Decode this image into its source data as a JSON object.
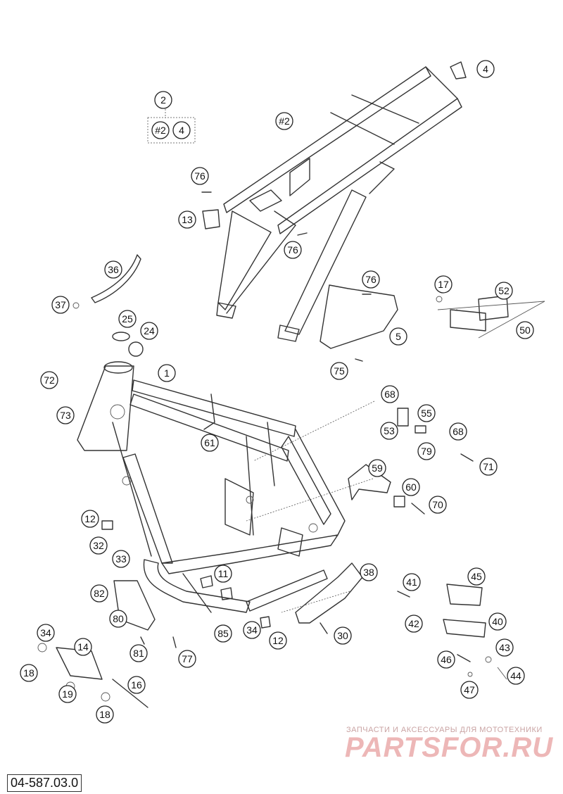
{
  "diagram": {
    "reference_code": "04-587.03.0",
    "watermark": {
      "tagline": "ЗАПЧАСТИ И АКСЕССУАРЫ ДЛЯ МОТОТЕХНИКИ",
      "site": "PARTSFOR.RU"
    },
    "group_box": [
      "#2",
      "4"
    ],
    "callouts": [
      {
        "id": "c-2-top",
        "label": "2"
      },
      {
        "id": "c-4-top",
        "label": "4"
      },
      {
        "id": "c-2-frame",
        "label": "#2"
      },
      {
        "id": "c-76-a",
        "label": "76"
      },
      {
        "id": "c-13",
        "label": "13"
      },
      {
        "id": "c-76-b",
        "label": "76"
      },
      {
        "id": "c-36",
        "label": "36"
      },
      {
        "id": "c-37",
        "label": "37"
      },
      {
        "id": "c-25",
        "label": "25"
      },
      {
        "id": "c-24",
        "label": "24"
      },
      {
        "id": "c-76-c",
        "label": "76"
      },
      {
        "id": "c-17",
        "label": "17"
      },
      {
        "id": "c-52",
        "label": "52"
      },
      {
        "id": "c-5",
        "label": "5"
      },
      {
        "id": "c-50",
        "label": "50"
      },
      {
        "id": "c-75",
        "label": "75"
      },
      {
        "id": "c-1",
        "label": "1"
      },
      {
        "id": "c-72",
        "label": "72"
      },
      {
        "id": "c-73",
        "label": "73"
      },
      {
        "id": "c-68-a",
        "label": "68"
      },
      {
        "id": "c-55",
        "label": "55"
      },
      {
        "id": "c-53",
        "label": "53"
      },
      {
        "id": "c-68-b",
        "label": "68"
      },
      {
        "id": "c-79",
        "label": "79"
      },
      {
        "id": "c-61",
        "label": "61"
      },
      {
        "id": "c-71",
        "label": "71"
      },
      {
        "id": "c-59",
        "label": "59"
      },
      {
        "id": "c-60",
        "label": "60"
      },
      {
        "id": "c-70",
        "label": "70"
      },
      {
        "id": "c-12-a",
        "label": "12"
      },
      {
        "id": "c-32",
        "label": "32"
      },
      {
        "id": "c-33",
        "label": "33"
      },
      {
        "id": "c-11",
        "label": "11"
      },
      {
        "id": "c-38",
        "label": "38"
      },
      {
        "id": "c-82",
        "label": "82"
      },
      {
        "id": "c-41",
        "label": "41"
      },
      {
        "id": "c-45",
        "label": "45"
      },
      {
        "id": "c-80",
        "label": "80"
      },
      {
        "id": "c-85",
        "label": "85"
      },
      {
        "id": "c-34-a",
        "label": "34"
      },
      {
        "id": "c-42",
        "label": "42"
      },
      {
        "id": "c-40",
        "label": "40"
      },
      {
        "id": "c-12-b",
        "label": "12"
      },
      {
        "id": "c-30",
        "label": "30"
      },
      {
        "id": "c-34-b",
        "label": "34"
      },
      {
        "id": "c-81",
        "label": "81"
      },
      {
        "id": "c-77",
        "label": "77"
      },
      {
        "id": "c-14",
        "label": "14"
      },
      {
        "id": "c-43",
        "label": "43"
      },
      {
        "id": "c-46",
        "label": "46"
      },
      {
        "id": "c-18-a",
        "label": "18"
      },
      {
        "id": "c-44",
        "label": "44"
      },
      {
        "id": "c-16",
        "label": "16"
      },
      {
        "id": "c-47",
        "label": "47"
      },
      {
        "id": "c-19",
        "label": "19"
      },
      {
        "id": "c-18-b",
        "label": "18"
      }
    ]
  }
}
